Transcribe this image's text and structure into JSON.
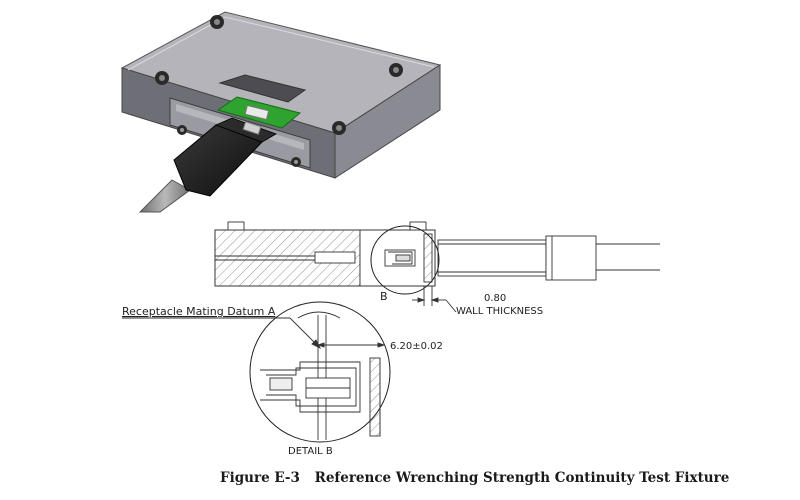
{
  "labels": {
    "detail_marker": "B",
    "wall_value": "0.80",
    "wall_label": "WALL THICKNESS",
    "datum_label": "Receptacle Mating Datum A",
    "dimension_label": "6.20±0.02",
    "detail_title": "DETAIL B"
  },
  "caption": {
    "figure_number": "Figure E-3",
    "title": "Reference Wrenching Strength Continuity Test Fixture"
  },
  "colors": {
    "block_top": "#b4b4ba",
    "block_front": "#6e6e76",
    "block_side": "#8a8a92",
    "pcb": "#2fa32f",
    "plug": "#1c1c1c",
    "cable": "#8f8f8f",
    "line": "#333333"
  }
}
